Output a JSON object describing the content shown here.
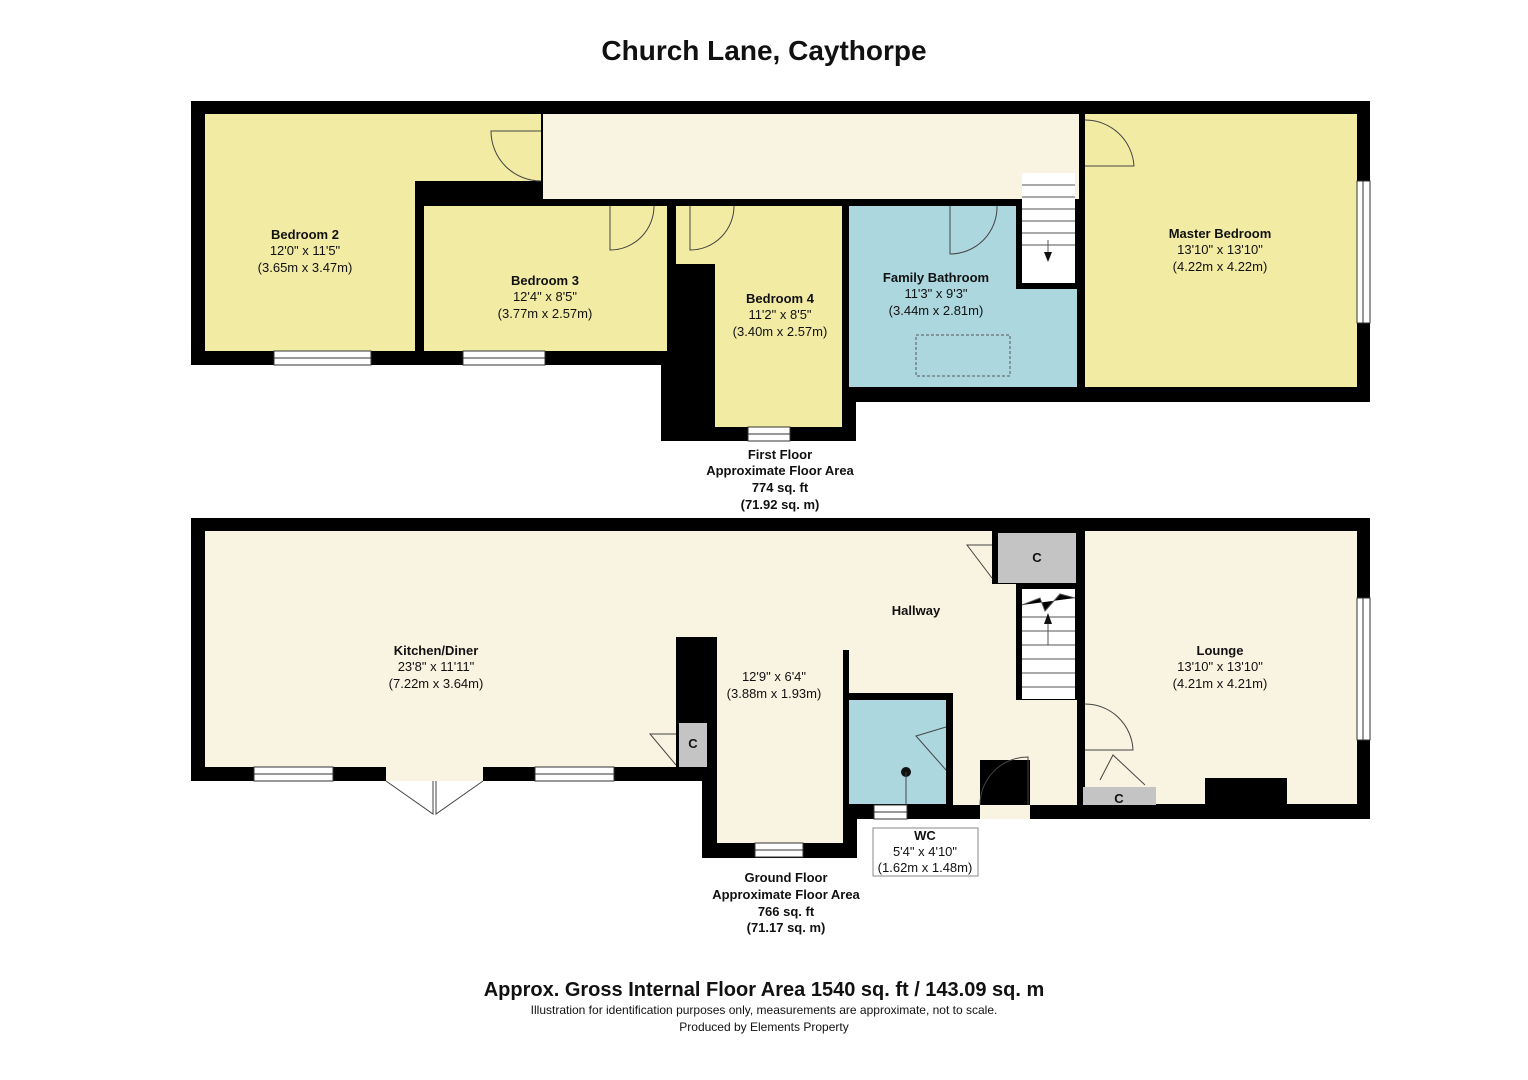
{
  "title": "Church Lane, Caythorpe",
  "first_floor": {
    "rooms": {
      "bedroom2": {
        "name": "Bedroom 2",
        "imperial": "12'0\" x 11'5\"",
        "metric": "(3.65m x 3.47m)"
      },
      "bedroom3": {
        "name": "Bedroom 3",
        "imperial": "12'4\" x 8'5\"",
        "metric": "(3.77m x 2.57m)"
      },
      "bedroom4": {
        "name": "Bedroom 4",
        "imperial": "11'2\" x 8'5\"",
        "metric": "(3.40m x 2.57m)"
      },
      "bathroom": {
        "name": "Family Bathroom",
        "imperial": "11'3\" x 9'3\"",
        "metric": "(3.44m x 2.81m)"
      },
      "master": {
        "name": "Master Bedroom",
        "imperial": "13'10\" x 13'10\"",
        "metric": "(4.22m x 4.22m)"
      }
    },
    "area": {
      "floor": "First Floor",
      "label": "Approximate Floor Area",
      "sqft": "774 sq. ft",
      "sqm": "(71.92 sq. m)"
    }
  },
  "ground_floor": {
    "rooms": {
      "kitchen": {
        "name": "Kitchen/Diner",
        "imperial": "23'8\" x 11'11\"",
        "metric": "(7.22m x 3.64m)"
      },
      "utility": {
        "imperial": "12'9\" x 6'4\"",
        "metric": "(3.88m x 1.93m)"
      },
      "hallway": {
        "name": "Hallway"
      },
      "lounge": {
        "name": "Lounge",
        "imperial": "13'10\" x 13'10\"",
        "metric": "(4.21m x 4.21m)"
      },
      "wc": {
        "name": "WC",
        "imperial": "5'4\" x 4'10\"",
        "metric": "(1.62m x 1.48m)"
      }
    },
    "cupboard_label": "C",
    "area": {
      "floor": "Ground Floor",
      "label": "Approximate Floor Area",
      "sqft": "766 sq. ft",
      "sqm": "(71.17 sq. m)"
    }
  },
  "footer": {
    "gross": "Approx. Gross Internal Floor Area 1540 sq. ft / 143.09 sq. m",
    "disclaimer": "Illustration for identification purposes only, measurements are approximate, not to scale.",
    "produced": "Produced by Elements Property"
  },
  "colors": {
    "bedroom": "#f2eba4",
    "bathroom": "#acd7df",
    "hall": "#f9f3e1",
    "cupboard": "#c4c4c4",
    "wall": "#000000"
  }
}
